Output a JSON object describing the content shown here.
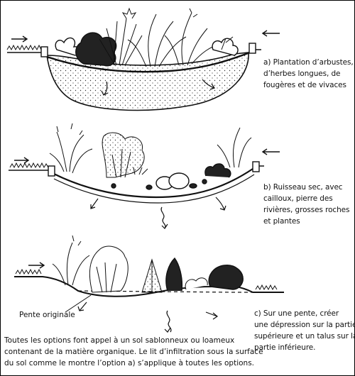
{
  "captions": {
    "a": [
      "a) Plantation d’arbustes,",
      "d’herbes longues, de",
      "fougères et de vivaces"
    ],
    "b": [
      "b) Ruisseau sec, avec",
      "cailloux, pierre des",
      "rivières, grosses roches",
      "et plantes"
    ],
    "c": [
      "c) Sur une pente, créer",
      "une dépression sur la partie",
      "supérieure et un talus sur la",
      "partie inférieure."
    ]
  },
  "label_pente": "Pente originale",
  "footnote": [
    "Toutes les options font appel à un sol sablonneux ou loameux",
    "contenant de la matière organique. Le lit d’infiltration sous la surface",
    "du sol comme le montre l’option a) s’applique à toutes les options."
  ],
  "colors": {
    "ink": "#111111",
    "background": "#ffffff"
  }
}
